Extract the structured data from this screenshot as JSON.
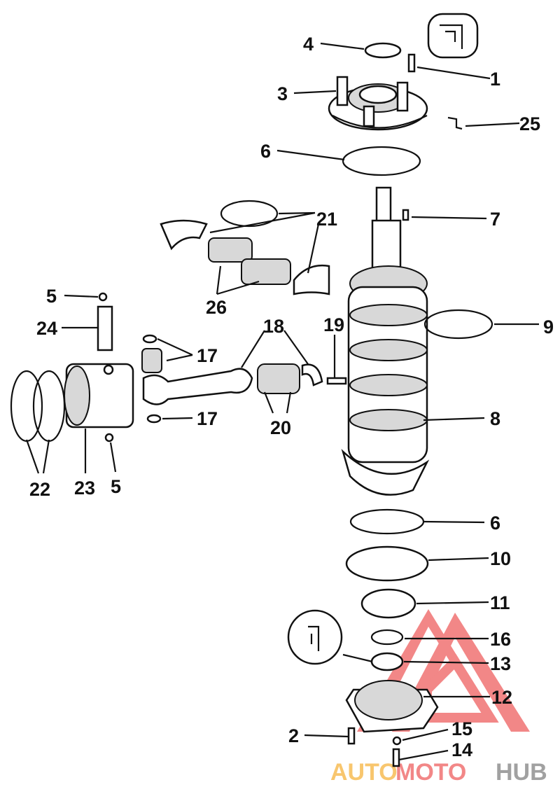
{
  "callouts": {
    "c1": "1",
    "c2": "2",
    "c3": "3",
    "c4": "4",
    "c5a": "5",
    "c5b": "5",
    "c6a": "6",
    "c6b": "6",
    "c7": "7",
    "c8": "8",
    "c9": "9",
    "c10": "10",
    "c11": "11",
    "c12": "12",
    "c13": "13",
    "c14": "14",
    "c15": "15",
    "c16": "16",
    "c17a": "17",
    "c17b": "17",
    "c18": "18",
    "c19": "19",
    "c20": "20",
    "c21": "21",
    "c22": "22",
    "c23": "23",
    "c24": "24",
    "c25": "25",
    "c26": "26"
  },
  "watermark": {
    "part1": "AUTO",
    "part2": "MOTO",
    "part3": "HUB",
    "colors": {
      "auto": "#f7b84a",
      "moto": "#f06a6a",
      "hub": "#8a8a8a",
      "triangle": "#f06a6a"
    }
  }
}
